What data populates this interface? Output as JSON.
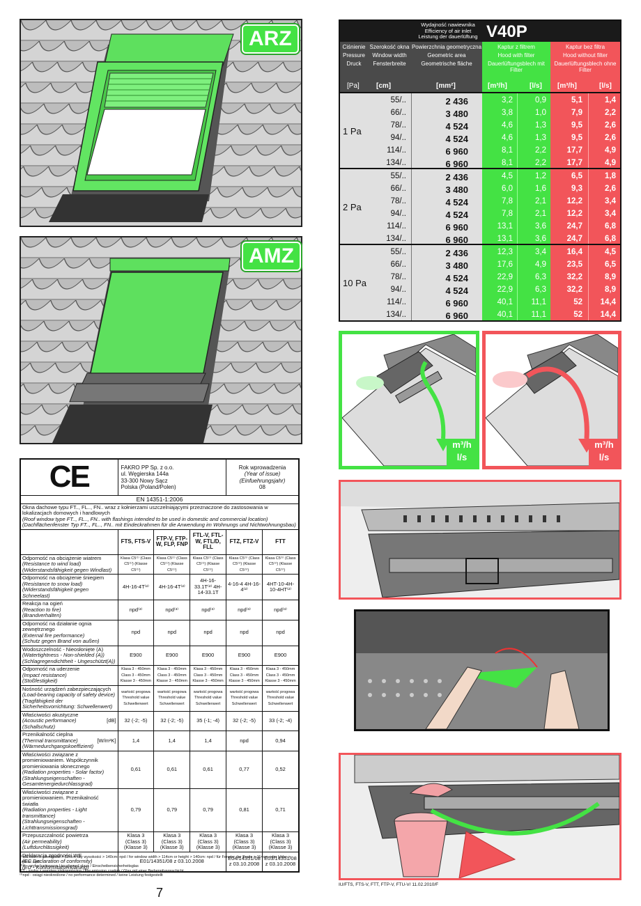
{
  "arz_label": "ARZ",
  "amz_label": "AMZ",
  "v40p": {
    "header_lines": [
      "Wydajność nawiewnika",
      "Efficiency of air inlet",
      "Leistung der dauerlüftung"
    ],
    "model": "V40P",
    "col_pressure": [
      "Ciśnienie",
      "Pressure",
      "Druck"
    ],
    "col_width": [
      "Szerokość okna",
      "Window width",
      "Fensterbreite"
    ],
    "col_area": [
      "Powierzchnia geometryczna",
      "Geometric area",
      "Geometrische fläche"
    ],
    "col_filter": [
      "Kaptur z filtrem",
      "Hood with filter",
      "Dauerlüftungsblech mit Filter"
    ],
    "col_nofilter": [
      "Kaptur bez filtra",
      "Hood without filter",
      "Dauerlüftungsblech ohne Filter"
    ],
    "units": [
      "[Pa]",
      "[cm]",
      "[mm²]",
      "[m³/h]",
      "[l/s]",
      "[m³/h]",
      "[l/s]"
    ],
    "groups": [
      {
        "pressure": "1 Pa",
        "rows": [
          [
            "55/..",
            "2 436",
            "3,2",
            "0,9",
            "5,1",
            "1,4"
          ],
          [
            "66/..",
            "3 480",
            "3,8",
            "1,0",
            "7,9",
            "2,2"
          ],
          [
            "78/..",
            "4 524",
            "4,6",
            "1,3",
            "9,5",
            "2,6"
          ],
          [
            "94/..",
            "4 524",
            "4,6",
            "1,3",
            "9,5",
            "2,6"
          ],
          [
            "114/..",
            "6 960",
            "8,1",
            "2,2",
            "17,7",
            "4,9"
          ],
          [
            "134/..",
            "6 960",
            "8,1",
            "2,2",
            "17,7",
            "4,9"
          ]
        ]
      },
      {
        "pressure": "2 Pa",
        "rows": [
          [
            "55/..",
            "2 436",
            "4,5",
            "1,2",
            "6,5",
            "1,8"
          ],
          [
            "66/..",
            "3 480",
            "6,0",
            "1,6",
            "9,3",
            "2,6"
          ],
          [
            "78/..",
            "4 524",
            "7,8",
            "2,1",
            "12,2",
            "3,4"
          ],
          [
            "94/..",
            "4 524",
            "7,8",
            "2,1",
            "12,2",
            "3,4"
          ],
          [
            "114/..",
            "6 960",
            "13,1",
            "3,6",
            "24,7",
            "6,8"
          ],
          [
            "134/..",
            "6 960",
            "13,1",
            "3,6",
            "24,7",
            "6,8"
          ]
        ]
      },
      {
        "pressure": "10 Pa",
        "rows": [
          [
            "55/..",
            "2 436",
            "12,3",
            "3,4",
            "16,4",
            "4,5"
          ],
          [
            "66/..",
            "3 480",
            "17,6",
            "4,9",
            "23,5",
            "6,5"
          ],
          [
            "78/..",
            "4 524",
            "22,9",
            "6,3",
            "32,2",
            "8,9"
          ],
          [
            "94/..",
            "4 524",
            "22,9",
            "6,3",
            "32,2",
            "8,9"
          ],
          [
            "114/..",
            "6 960",
            "40,1",
            "11,1",
            "52",
            "14,4"
          ],
          [
            "134/..",
            "6 960",
            "40,1",
            "11,1",
            "52",
            "14,4"
          ]
        ]
      }
    ]
  },
  "flow_units": [
    "m³/h",
    "l/s"
  ],
  "colors": {
    "green": "#44e244",
    "red": "#f2555a",
    "dark": "#1a1a1a"
  },
  "spec": {
    "ce": "CE",
    "company": [
      "FAKRO PP Sp. z o.o.",
      "ul. Węgierska 144a",
      "33-300 Nowy Sącz",
      "Polska (Poland/Polen)"
    ],
    "year_label": [
      "Rok wprowadzenia",
      "(Year of issue)",
      "(Einfuehrungsjahr)"
    ],
    "year": "08",
    "norm": "EN 14351-1:2006",
    "intro": [
      "Okna dachowe typu FT.., FL.., FN.. wraz z kołnierzami uszczelniającymi przeznaczone do zastosowania w lokalizacjach domowych i handlowych",
      "(Roof window type  FT.., FL.., FN.. with flashings intended to be used in domestic and commercial location)",
      "(Dachflächenfenster Typ  FT.., FL.., FN.. mit Eindeckrahmen für die Anwendung im Wohnungs und Nichtwohnungsbau)"
    ],
    "columns": [
      "FTS, FTS-V",
      "FTP-V, FTP-W, FLP, FNP",
      "FTL-V, FTL-W, FTL/D, FLL",
      "FTZ, FTZ-V",
      "FTT"
    ],
    "rows": [
      {
        "label": [
          "Odporność na obciążenie wiatrem",
          "(Resistance to wind load)",
          "(Widerstandsfähigkeit gegen Windlast)"
        ],
        "unit": "",
        "values": [
          "Klasa C5⁽¹⁾ (Class C5⁽¹⁾) (Klasse C5⁽¹⁾)",
          "Klasa C5⁽¹⁾ (Class C5⁽¹⁾) (Klasse C5⁽¹⁾)",
          "Klasa C5⁽¹⁾ (Class C5⁽¹⁾) (Klasse C5⁽¹⁾)",
          "Klasa C5⁽¹⁾ (Class C5⁽¹⁾) (Klasse C5⁽¹⁾)",
          "Klasa C5⁽¹⁾ (Class C5⁽¹⁾) (Klasse C5⁽¹⁾)"
        ]
      },
      {
        "label": [
          "Odporność na obciążenie śniegiem",
          "(Resistance to snow load)",
          "(Widerstandsfähigkeit gegen Schneelast)"
        ],
        "unit": "",
        "values": [
          "4H-16-4T⁽²⁾",
          "4H-16-4T⁽²⁾",
          "4H-16-33.1T⁽²⁾ 4H-14-33.1T",
          "4-16-4 4H-16-4⁽²⁾",
          "4HT-10-4H-10-4HT⁽²⁾"
        ]
      },
      {
        "label": [
          "Reakcja na ogień",
          "(Reaction to fire)",
          "(Brandverhalten)"
        ],
        "unit": "",
        "values": [
          "npd⁽³⁾",
          "npd⁽³⁾",
          "npd⁽³⁾",
          "npd⁽³⁾",
          "npd⁽³⁾"
        ]
      },
      {
        "label": [
          "Odporność na działanie ognia zewnętrznego",
          "(External fire performance)",
          "(Schutz gegen Brand von außen)"
        ],
        "unit": "",
        "values": [
          "npd",
          "npd",
          "npd",
          "npd",
          "npd"
        ]
      },
      {
        "label": [
          "Wodoszczelność - Nieosłonięte (A)",
          "(Watertightness - Non-shielded (A))",
          "(Schlagregendichtheit - Ungeschützt(A))"
        ],
        "unit": "",
        "values": [
          "E900",
          "E900",
          "E900",
          "E900",
          "E900"
        ]
      },
      {
        "label": [
          "Odporność na uderzenie",
          "(Impact resistance)",
          "(Stoßfestigkeit)"
        ],
        "unit": "",
        "values": [
          "Klasa 3 - 450mm Class 3 - 450mm Klasse 3 - 450mm",
          "Klasa 3 - 450mm Class 3 - 450mm Klasse 3 - 450mm",
          "Klasa 3 - 450mm Class 3 - 450mm Klasse 3 - 450mm",
          "Klasa 3 - 450mm Class 3 - 450mm Klasse 3 - 450mm",
          "Klasa 3 - 450mm Class 3 - 450mm Klasse 3 - 450mm"
        ]
      },
      {
        "label": [
          "Nośność urządzeń zabezpieczających",
          "(Load-bearing capacity of safety device)",
          "(Tragfähigkeit der Sicherheitsvorrichtung: Schwellenwert)"
        ],
        "unit": "",
        "values": [
          "wartość progowa Threshold value Schwellenwert",
          "wartość progowa Threshold value Schwellenwert",
          "wartość progowa Threshold value Schwellenwert",
          "wartość progowa Threshold value Schwellenwert",
          "wartość progowa Threshold value Schwellenwert"
        ]
      },
      {
        "label": [
          "Właściwości akustyczne",
          "(Acoustic performance)",
          "(Schallschutz)"
        ],
        "unit": "[dB]",
        "values": [
          "32 (-2; -5)",
          "32 (-2; -5)",
          "35 (-1; -4)",
          "32 (-2; -5)",
          "33 (-2; -4)"
        ]
      },
      {
        "label": [
          "Przenikalność cieplna",
          "(Thermal transmittance)",
          "(Wärmedurchgangskoeffizient)"
        ],
        "unit": "[W/m²K]",
        "values": [
          "1,4",
          "1,4",
          "1,4",
          "npd",
          "0,94"
        ]
      },
      {
        "label": [
          "Właściwości związane z promieniowaniem. Współczynnik promieniowania słonecznego",
          "(Radiation properties - Solar factor)",
          "(Strahlungseigenschaften - Gesamtenergiedurchlassgrad)"
        ],
        "unit": "",
        "values": [
          "0,61",
          "0,61",
          "0,61",
          "0,77",
          "0,52"
        ]
      },
      {
        "label": [
          "Właściwości związane z promieniowaniem. Przenikalność światła",
          "(Radiation properties - Light transmittance)",
          "(Strahlungseigenschaften - Lichttransmissionsgrad)"
        ],
        "unit": "",
        "values": [
          "0,79",
          "0,79",
          "0,79",
          "0,81",
          "0,71"
        ]
      },
      {
        "label": [
          "Przepuszczalność powietrza",
          "(Air permeability)",
          "(Luftdurchlässigkeit)"
        ],
        "unit": "",
        "values": [
          "Klasa 3 (Class 3) (Klasse 3)",
          "Klasa 3 (Class 3) (Klasse 3)",
          "Klasa 3 (Class 3) (Klasse 3)",
          "Klasa 3 (Class 3) (Klasse 3)",
          "Klasa 3 (Class 3) (Klasse 3)"
        ]
      }
    ],
    "declaration_label": [
      "Deklaracja zgodności WE",
      "(EC Declaration of conformity)",
      "(EU - Konformitätserklärung)"
    ],
    "declaration_main": "E01/14351/08 z 03.10.2008",
    "declaration_ftz": "E04/14351/08 z 03.10.2008",
    "declaration_ftt": "E03/14351/08 z 03.10.2008",
    "footnotes": [
      "⁽¹⁾dla okien o szerokości > 114cm czy wysokości > 140cm: npd / for window width > 114cm or height > 140cm: npd / für Fenster der Breite > 114cm oder Höhe > 140cm: npd",
      "⁽²⁾H - szyba hartowana / toughened glass / Einscheibensicherheitsglas",
      "⁽²⁾T - szyba z warstwą niskoemisyjną / low emission coating / Glas mit einer Bedampfungsschicht",
      "⁽³⁾npd - osiągi nieokreślone / no performance determined / keine Leistung festgestellt"
    ]
  },
  "page_number": "7",
  "doc_code": "IU/FTS, FTS-V, FTT, FTP-V, FTU-V/ 11.02.2010/F"
}
